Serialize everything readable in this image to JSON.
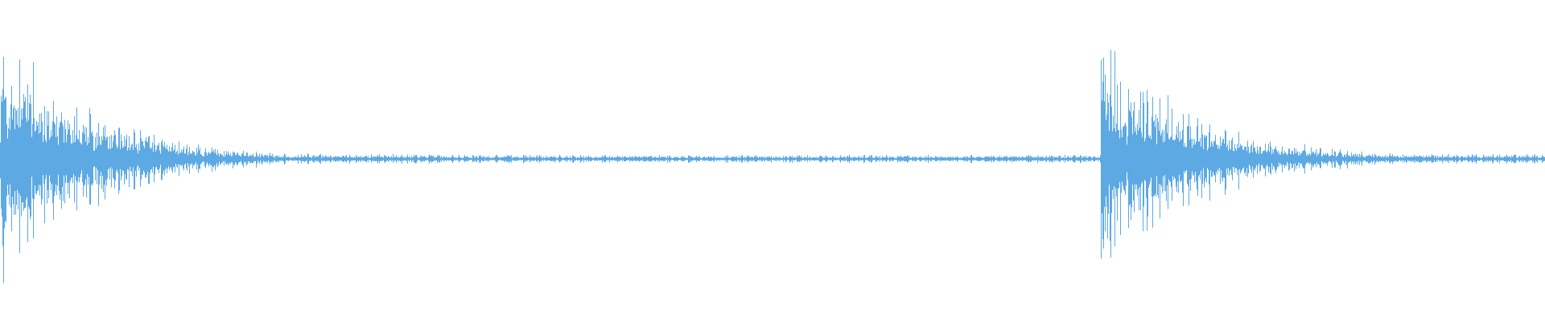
{
  "waveform": {
    "color": "#5DA9E4",
    "background": "#FFFFFF",
    "channels": 1,
    "transients": [
      {
        "position": 0.0,
        "peak": 0.98,
        "decay": 0.06
      },
      {
        "position": 0.712,
        "peak": 0.98,
        "decay": 0.06
      }
    ],
    "noise_floor": 0.03,
    "tail_level": 0.06
  }
}
